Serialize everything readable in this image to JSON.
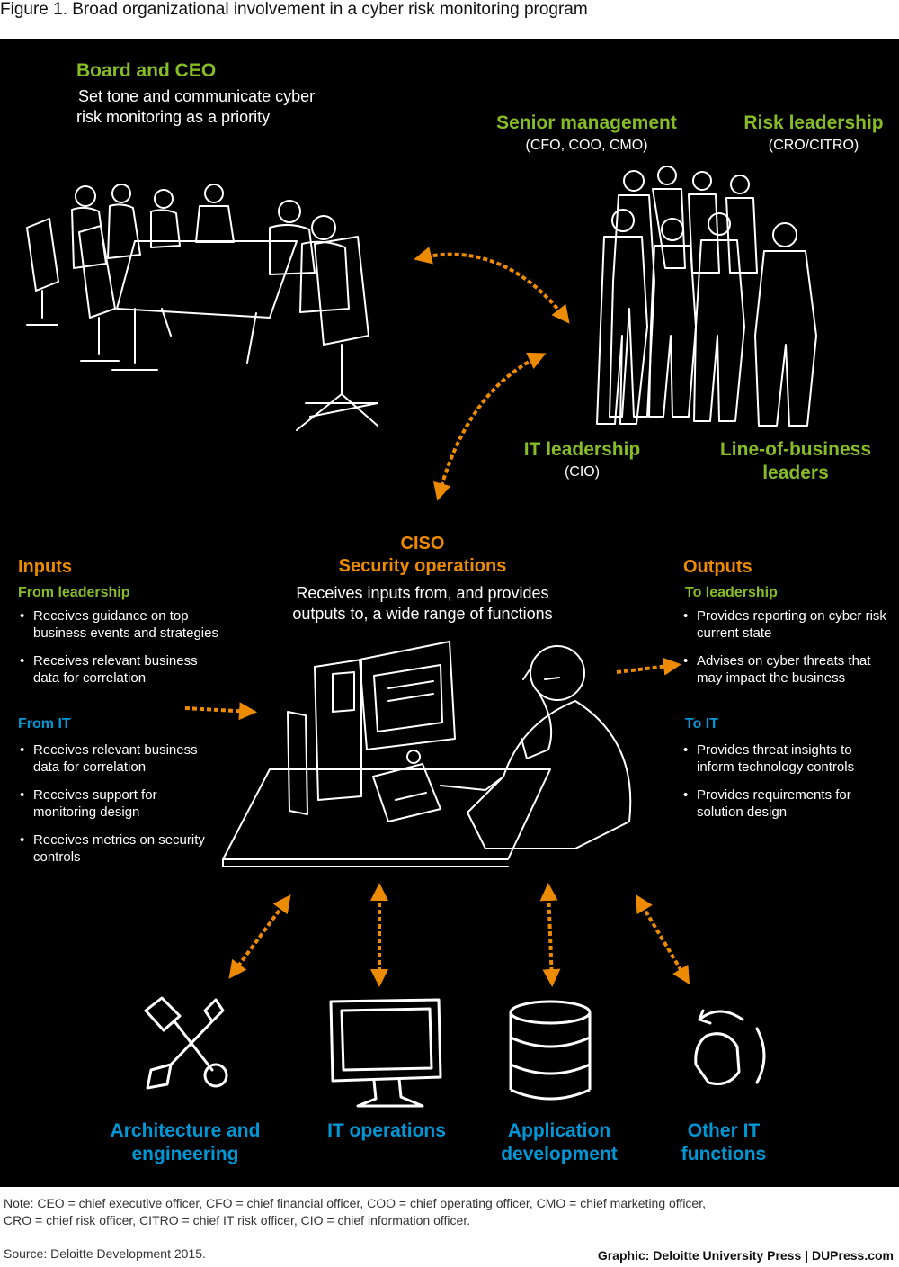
{
  "figure_title": "Figure 1. Broad organizational involvement in a cyber risk monitoring program",
  "board": {
    "title": "Board and CEO",
    "desc_line1": "Set tone and communicate cyber",
    "desc_line2": "risk monitoring as a priority"
  },
  "senior_management": {
    "title": "Senior management",
    "sub": "(CFO, COO, CMO)"
  },
  "risk_leadership": {
    "title": "Risk leadership",
    "sub": "(CRO/CITRO)"
  },
  "it_leadership": {
    "title": "IT leadership",
    "sub": "(CIO)"
  },
  "lob_leaders": {
    "line1": "Line-of-business",
    "line2": "leaders"
  },
  "ciso": {
    "title": "CISO",
    "subtitle": "Security operations",
    "desc_line1": "Receives inputs from, and provides",
    "desc_line2": "outputs to, a wide range of functions"
  },
  "inputs": {
    "title": "Inputs",
    "from_leadership": {
      "heading": "From leadership",
      "items": [
        "Receives guidance on top business events and strategies",
        "Receives relevant business data for correlation"
      ]
    },
    "from_it": {
      "heading": "From IT",
      "items": [
        "Receives relevant business data for correlation",
        "Receives support for monitoring design",
        "Receives metrics on security controls"
      ]
    }
  },
  "outputs": {
    "title": "Outputs",
    "to_leadership": {
      "heading": "To leadership",
      "items": [
        "Provides reporting on cyber risk current state",
        "Advises on cyber threats that may impact the business"
      ]
    },
    "to_it": {
      "heading": "To IT",
      "items": [
        "Provides threat insights to inform technology controls",
        "Provides requirements for solution design"
      ]
    }
  },
  "it_functions": [
    {
      "line1": "Architecture and",
      "line2": "engineering",
      "icon": "tools-icon"
    },
    {
      "line1": "IT operations",
      "line2": "",
      "icon": "monitor-icon"
    },
    {
      "line1": "Application",
      "line2": "development",
      "icon": "database-icon"
    },
    {
      "line1": "Other IT",
      "line2": "functions",
      "icon": "mouse-refresh-icon"
    }
  ],
  "note_line1": "Note: CEO = chief executive officer, CFO = chief financial officer, COO = chief operating officer, CMO = chief marketing officer,",
  "note_line2": "CRO = chief risk officer, CITRO = chief IT risk officer, CIO = chief information officer.",
  "source": "Source: Deloitte Development 2015.",
  "credit": "Graphic: Deloitte University Press  |  DUPress.com",
  "colors": {
    "green": "#86bc25",
    "orange": "#ed8b00",
    "blue": "#0097d7",
    "background": "#000000"
  }
}
